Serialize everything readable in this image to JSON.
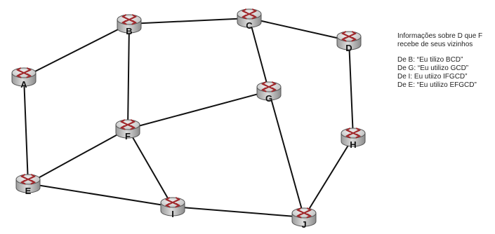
{
  "network": {
    "routers": [
      {
        "id": "A",
        "label": "A"
      },
      {
        "id": "B",
        "label": "B"
      },
      {
        "id": "C",
        "label": "C"
      },
      {
        "id": "D",
        "label": "D"
      },
      {
        "id": "E",
        "label": "E"
      },
      {
        "id": "F",
        "label": "F"
      },
      {
        "id": "G",
        "label": "G"
      },
      {
        "id": "H",
        "label": "H"
      },
      {
        "id": "I",
        "label": "I"
      },
      {
        "id": "J",
        "label": "J"
      }
    ],
    "links": [
      [
        "A",
        "B"
      ],
      [
        "B",
        "C"
      ],
      [
        "C",
        "D"
      ],
      [
        "B",
        "F"
      ],
      [
        "C",
        "G"
      ],
      [
        "F",
        "G"
      ],
      [
        "A",
        "E"
      ],
      [
        "E",
        "F"
      ],
      [
        "F",
        "I"
      ],
      [
        "E",
        "I"
      ],
      [
        "I",
        "J"
      ],
      [
        "G",
        "J"
      ],
      [
        "D",
        "H"
      ],
      [
        "H",
        "J"
      ]
    ]
  },
  "info": {
    "title": "Informações sobre D que F recebe de seus vizinhos",
    "lines": [
      "De B: “Eu tilizo BCD”",
      "De G: “Eu utilizo GCD”",
      "De I: Eu utiizo IFGCD”",
      "De E: “Eu utilizo EFGCD”"
    ]
  },
  "colors": {
    "router_body": "#c9c9c9",
    "router_top": "#e4e4e4",
    "router_arrows": "#a0282c",
    "link": "#111111"
  }
}
